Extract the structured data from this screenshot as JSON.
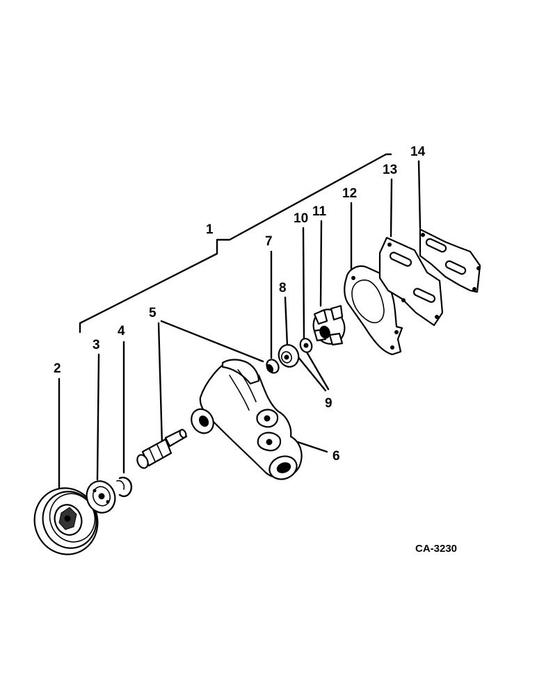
{
  "diagram": {
    "drawing_code": "CA-3230",
    "callouts": [
      {
        "id": "c1",
        "label": "1"
      },
      {
        "id": "c2",
        "label": "2"
      },
      {
        "id": "c3",
        "label": "3"
      },
      {
        "id": "c4",
        "label": "4"
      },
      {
        "id": "c5",
        "label": "5"
      },
      {
        "id": "c6",
        "label": "6"
      },
      {
        "id": "c7",
        "label": "7"
      },
      {
        "id": "c8",
        "label": "8"
      },
      {
        "id": "c9",
        "label": "9"
      },
      {
        "id": "c10",
        "label": "10"
      },
      {
        "id": "c11",
        "label": "11"
      },
      {
        "id": "c12",
        "label": "12"
      },
      {
        "id": "c13",
        "label": "13"
      },
      {
        "id": "c14",
        "label": "14"
      }
    ]
  }
}
